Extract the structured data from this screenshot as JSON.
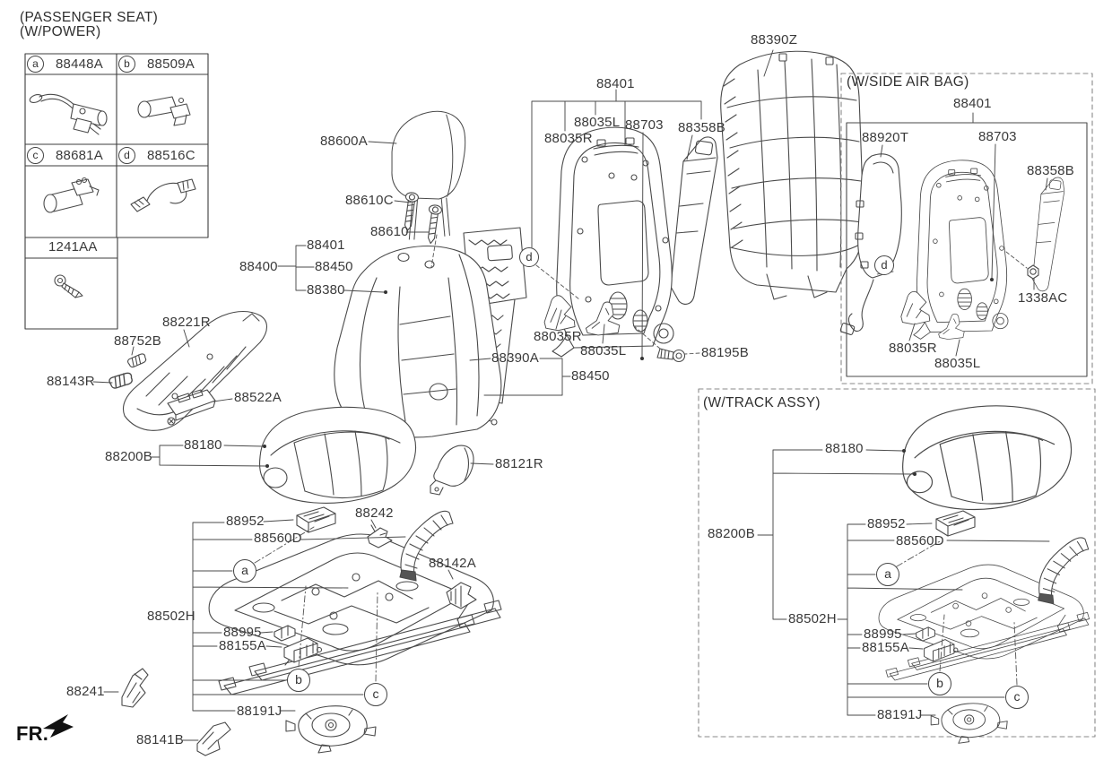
{
  "page": {
    "title_line1": "(PASSENGER SEAT)",
    "title_line2": "(W/POWER)",
    "fr_label": "FR."
  },
  "sections": {
    "side_airbag_title": "(W/SIDE AIR BAG)",
    "track_assy_title": "(W/TRACK ASSY)"
  },
  "callouts": {
    "a": "a",
    "b": "b",
    "c": "c",
    "d": "d"
  },
  "legend": {
    "cells": [
      {
        "callout": "a",
        "part_no": "88448A"
      },
      {
        "callout": "b",
        "part_no": "88509A"
      },
      {
        "callout": "c",
        "part_no": "88681A"
      },
      {
        "callout": "d",
        "part_no": "88516C"
      }
    ],
    "bottom_part_no": "1241AA"
  },
  "parts": {
    "88600A": "88600A",
    "88610C": "88610C",
    "88610": "88610",
    "88400": "88400",
    "88401": "88401",
    "88450": "88450",
    "88380": "88380",
    "88035L": "88035L",
    "88035R": "88035R",
    "88703": "88703",
    "88358B": "88358B",
    "88390Z": "88390Z",
    "88390A": "88390A",
    "88195B": "88195B",
    "88221R": "88221R",
    "88752B": "88752B",
    "88143R": "88143R",
    "88522A": "88522A",
    "88180": "88180",
    "88200B": "88200B",
    "88121R": "88121R",
    "88952": "88952",
    "88560D": "88560D",
    "88242": "88242",
    "88142A": "88142A",
    "88502H": "88502H",
    "88995": "88995",
    "88155A": "88155A",
    "88241": "88241",
    "88191J": "88191J",
    "88141B": "88141B",
    "88920T": "88920T",
    "1338AC": "1338AC"
  }
}
